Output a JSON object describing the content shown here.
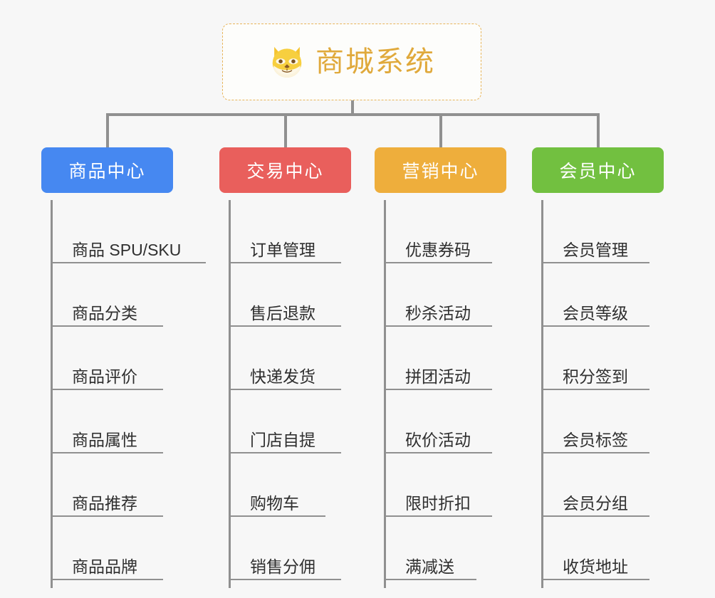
{
  "background_color": "#f7f7f7",
  "root": {
    "title": "商城系统",
    "icon": "shiba-dog-face-icon",
    "text_color": "#e0a93b",
    "border_color": "#e8b55a"
  },
  "connector_color": "#909090",
  "columns": [
    {
      "label": "商品中心",
      "color": "#4688f1",
      "items": [
        {
          "label": "商品 SPU/SKU"
        },
        {
          "label": "商品分类"
        },
        {
          "label": "商品评价"
        },
        {
          "label": "商品属性"
        },
        {
          "label": "商品推荐"
        },
        {
          "label": "商品品牌"
        }
      ]
    },
    {
      "label": "交易中心",
      "color": "#e95f5c",
      "items": [
        {
          "label": "订单管理"
        },
        {
          "label": "售后退款"
        },
        {
          "label": "快递发货"
        },
        {
          "label": "门店自提"
        },
        {
          "label": "购物车"
        },
        {
          "label": "销售分佣"
        }
      ]
    },
    {
      "label": "营销中心",
      "color": "#eeae3c",
      "items": [
        {
          "label": "优惠券码"
        },
        {
          "label": "秒杀活动"
        },
        {
          "label": "拼团活动"
        },
        {
          "label": "砍价活动"
        },
        {
          "label": "限时折扣"
        },
        {
          "label": "满减送"
        }
      ]
    },
    {
      "label": "会员中心",
      "color": "#72c040",
      "items": [
        {
          "label": "会员管理"
        },
        {
          "label": "会员等级"
        },
        {
          "label": "积分签到"
        },
        {
          "label": "会员标签"
        },
        {
          "label": "会员分组"
        },
        {
          "label": "收货地址"
        }
      ]
    }
  ]
}
